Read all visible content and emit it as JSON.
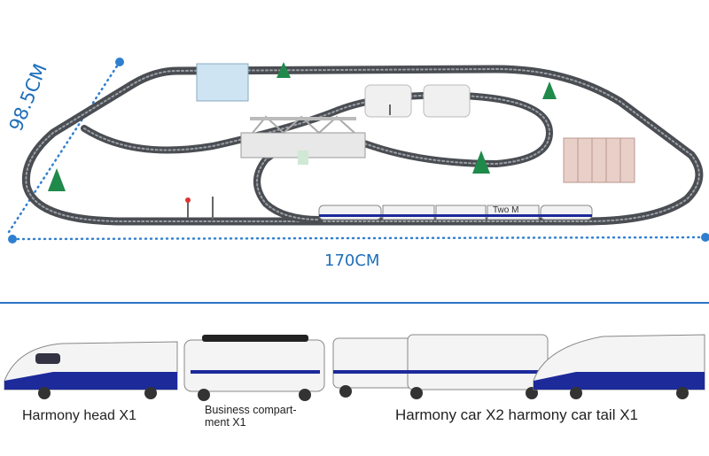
{
  "dimensions": {
    "width_label": "170CM",
    "depth_label": "98.5CM"
  },
  "track_sign": "Two M",
  "captions": {
    "head": "Harmony head X1",
    "business": "Business compart-\nment X1",
    "cars": "Harmony car X2 harmony car tail X1"
  },
  "colors": {
    "accent_blue": "#1f6fb8",
    "track": "#4a4d52",
    "train_blue": "#1d2a9a"
  }
}
